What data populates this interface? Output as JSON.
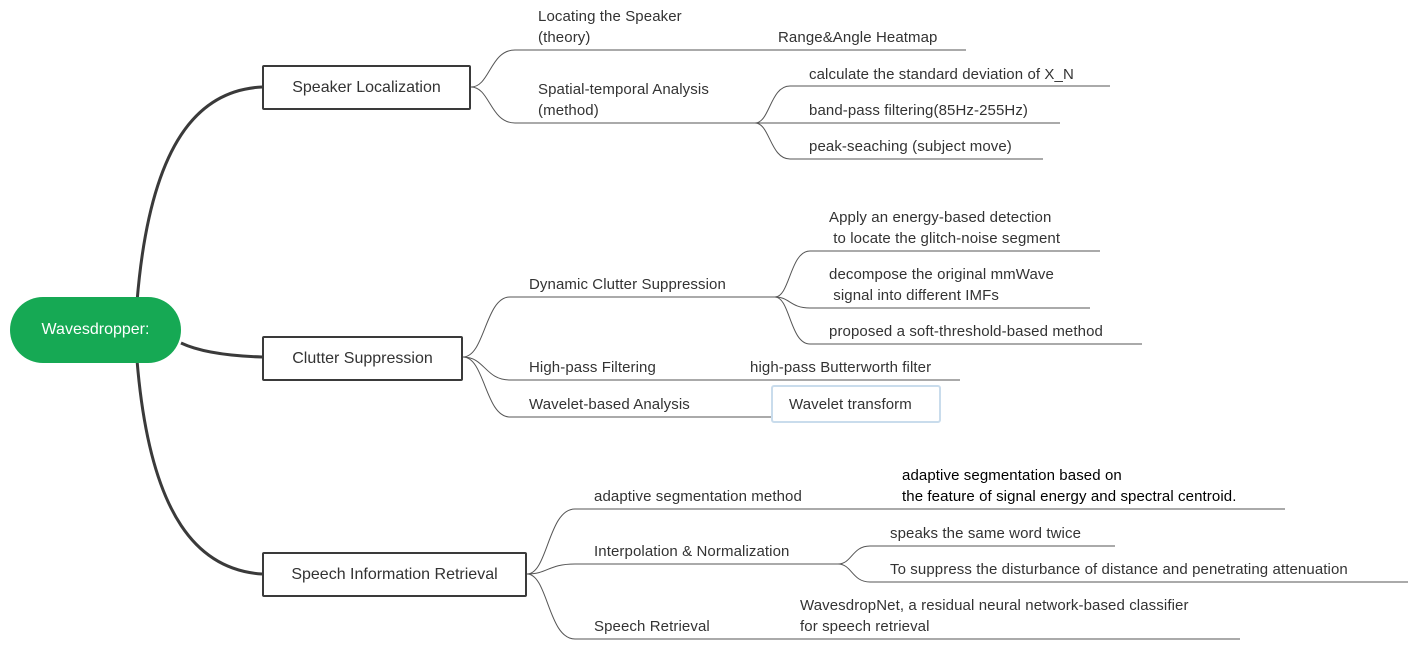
{
  "root": {
    "label": "Wavesdropper:"
  },
  "branches": [
    {
      "label": "Speaker Localization",
      "children": [
        {
          "label": "Locating the Speaker\n(theory)",
          "children": [
            "Range&Angle Heatmap"
          ]
        },
        {
          "label": "Spatial-temporal Analysis\n(method)",
          "children": [
            "calculate the standard deviation of X_N",
            "band-pass filtering(85Hz-255Hz)",
            "peak-seaching (subject move)"
          ]
        }
      ]
    },
    {
      "label": "Clutter Suppression",
      "children": [
        {
          "label": "Dynamic Clutter Suppression",
          "children": [
            "Apply an energy-based detection\n to locate the glitch-noise segment",
            "decompose the original mmWave\n signal into different IMFs",
            "proposed a soft-threshold-based method"
          ]
        },
        {
          "label": "High-pass Filtering",
          "children": [
            "high-pass Butterworth filter"
          ]
        },
        {
          "label": "Wavelet-based Analysis",
          "children": [
            "Wavelet transform"
          ]
        }
      ]
    },
    {
      "label": "Speech Information Retrieval",
      "children": [
        {
          "label": "adaptive segmentation method",
          "children": [
            "adaptive segmentation based on\nthe feature of signal energy and spectral centroid."
          ]
        },
        {
          "label": "Interpolation & Normalization",
          "children": [
            "speaks the same word twice",
            "To suppress the disturbance of distance and penetrating attenuation"
          ]
        },
        {
          "label": "Speech Retrieval",
          "children": [
            "WavesdropNet, a residual neural network-based classifier\nfor speech retrieval"
          ]
        }
      ]
    }
  ],
  "colors": {
    "root": "#16a954",
    "edge": "#3a3a3a",
    "line": "#555555",
    "highlight": "#c9dcec"
  }
}
